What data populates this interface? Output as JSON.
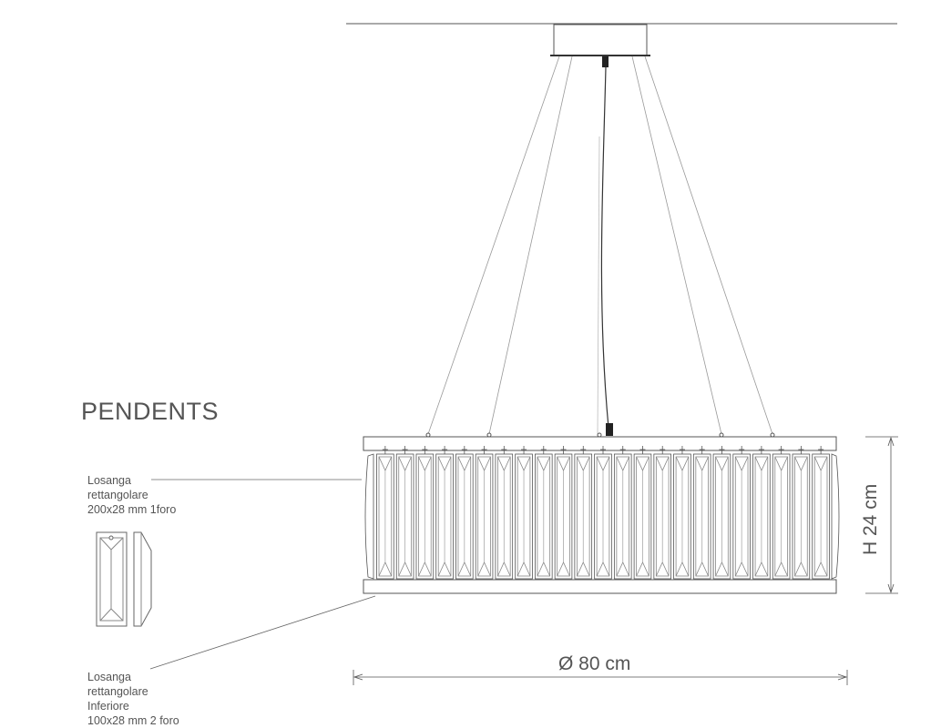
{
  "title": "PENDENTS",
  "pendant_top": {
    "line1": "Losanga",
    "line2": "rettangolare",
    "line3": "200x28 mm 1foro"
  },
  "pendant_bottom": {
    "line1": "Losanga",
    "line2": "rettangolare",
    "line3": "Inferiore",
    "line4": "100x28 mm 2 foro"
  },
  "dimensions": {
    "diameter": "Ø 80 cm",
    "height": "H 24 cm"
  },
  "colors": {
    "line": "#555555",
    "text": "#555555"
  }
}
